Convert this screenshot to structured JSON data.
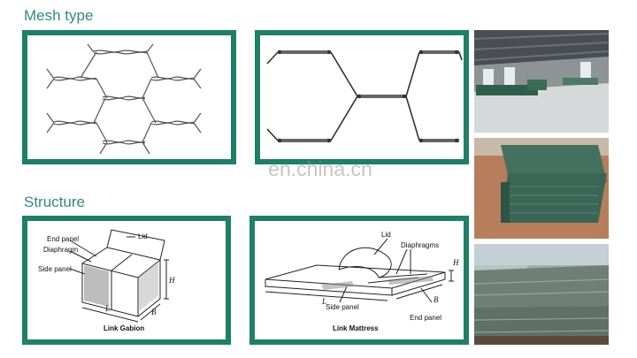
{
  "sections": {
    "mesh_title": "Mesh type",
    "structure_title": "Structure"
  },
  "watermark": "en.china.cn",
  "gabion": {
    "caption": "Link Gabion",
    "lid": "Lid",
    "end_panel": "End panel",
    "diaphragm": "Diaphragm",
    "side_panel": "Side panel",
    "dim_h": "H",
    "dim_l": "L",
    "dim_b": "B"
  },
  "mattress": {
    "caption": "Link Mattress",
    "lid": "Lid",
    "diaphragms": "Diaphragms",
    "side_panel": "Side panel",
    "end_panel": "End panel",
    "dim_h": "H",
    "dim_l": "L",
    "dim_b": "B"
  },
  "colors": {
    "accent": "#2e8b7a",
    "frame": "#1f7f67"
  },
  "photos": [
    "factory-interior-photo",
    "gabion-stack-photo",
    "gabion-installation-photo"
  ]
}
